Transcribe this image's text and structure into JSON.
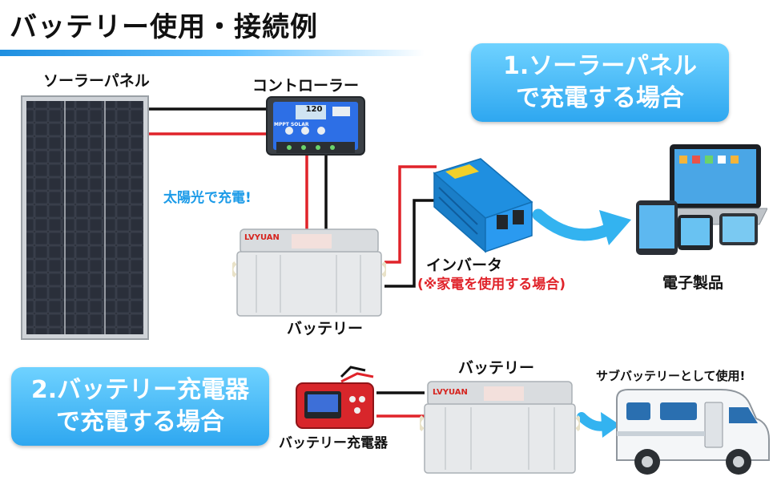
{
  "title": "バッテリー使用・接続例",
  "scenario1": {
    "line1": "1.ソーラーパネル",
    "line2": "で充電する場合"
  },
  "scenario2": {
    "line1": "2.バッテリー充電器",
    "line2": "で充電する場合"
  },
  "labels": {
    "solar_panel": "ソーラーパネル",
    "controller": "コントローラー",
    "solar_charging": "太陽光で充電!",
    "battery": "バッテリー",
    "inverter": "インバータ",
    "inverter_note": "(※家電を使用する場合)",
    "electronics": "電子製品",
    "battery_charger": "バッテリー充電器",
    "sub_battery_use": "サブバッテリーとして使用!"
  },
  "product_text": {
    "brand": "LVYUAN",
    "controller_screen": "120",
    "controller_name": "MPPT SOLAR"
  },
  "colors": {
    "accent": "#2ea7f0",
    "wire_red": "#e0232a",
    "wire_black": "#111111",
    "arrow": "#33b3f0"
  }
}
